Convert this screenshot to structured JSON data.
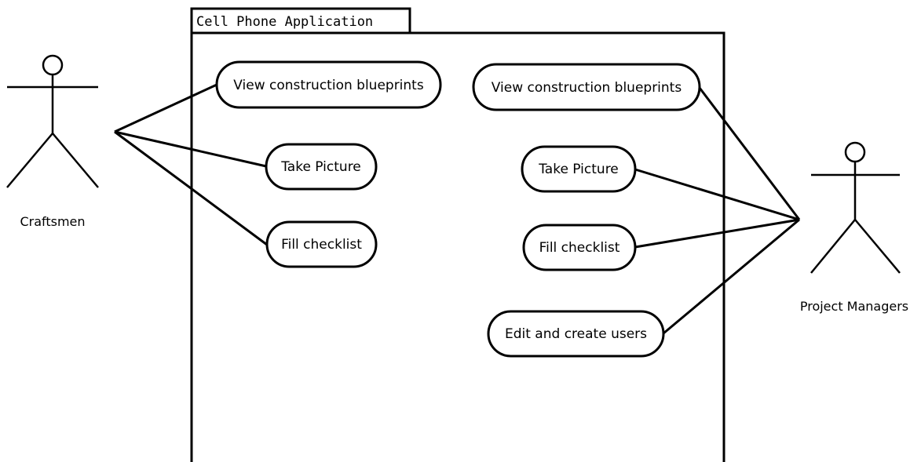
{
  "system": {
    "label": "Cell Phone Application"
  },
  "actors": {
    "left": {
      "label": "Craftsmen"
    },
    "right": {
      "label": "Project Managers"
    }
  },
  "use_cases": {
    "left": [
      {
        "label": "View construction blueprints"
      },
      {
        "label": "Take Picture"
      },
      {
        "label": "Fill checklist"
      }
    ],
    "right": [
      {
        "label": "View construction blueprints"
      },
      {
        "label": "Take Picture"
      },
      {
        "label": "Fill checklist"
      },
      {
        "label": "Edit and create users"
      }
    ]
  }
}
